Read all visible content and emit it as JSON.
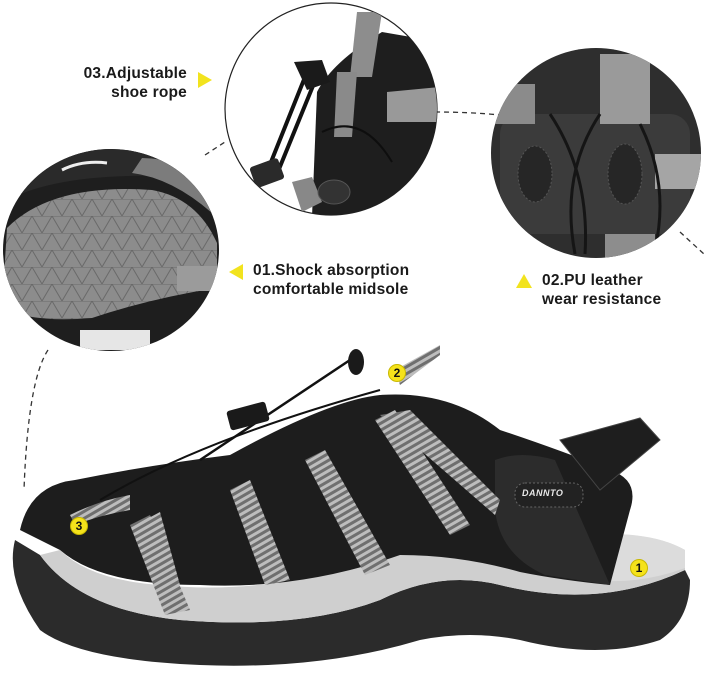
{
  "product": {
    "brand_logo": "DANNTO",
    "type": "Closed-toe sport sandal",
    "colors": {
      "upper": "#1c1c1c",
      "webbing": "#8a8a8a",
      "midsole": "#d6d6d6",
      "outsole": "#2a2a2a",
      "accent_marker": "#f5e21b"
    }
  },
  "features": [
    {
      "id": "01",
      "title": "01.Shock absorption",
      "subtitle": "comfortable midsole",
      "marker": "1"
    },
    {
      "id": "02",
      "title": "02.PU leather",
      "subtitle": "wear resistance",
      "marker": "2"
    },
    {
      "id": "03",
      "title": "03.Adjustable",
      "subtitle": "shoe rope",
      "marker": "3"
    }
  ],
  "detail_circles": [
    {
      "name": "midsole-detail",
      "depicts": "textured triangle-pattern footbed"
    },
    {
      "name": "shoe-rope-detail",
      "depicts": "bungee lace with toggle lock"
    },
    {
      "name": "pu-leather-detail",
      "depicts": "leather panels with crossed elastic cord"
    }
  ],
  "icons": {
    "arrow_right": "triangle-right-icon",
    "arrow_left": "triangle-left-icon",
    "arrow_up": "triangle-up-icon"
  }
}
